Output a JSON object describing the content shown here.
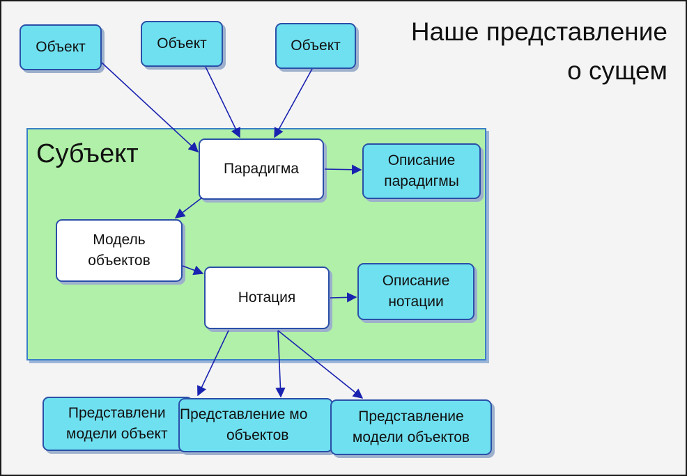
{
  "title": {
    "line1": "Наше представление",
    "line2": "о сущем"
  },
  "subject": {
    "label": "Субъект"
  },
  "objects": [
    "Объект",
    "Объект",
    "Объект"
  ],
  "paradigm": {
    "label": "Парадигма"
  },
  "paradigm_description": {
    "line1": "Описание",
    "line2": "парадигмы"
  },
  "object_model": {
    "line1": "Модель",
    "line2": "объектов"
  },
  "notation": {
    "label": "Нотация"
  },
  "notation_description": {
    "line1": "Описание",
    "line2": "нотации"
  },
  "representations": [
    {
      "line1": "Представлени",
      "line2": "модели объект"
    },
    {
      "line1": "Представление мо",
      "line2": "объектов"
    },
    {
      "line1": "Представление",
      "line2": "модели объектов"
    }
  ],
  "colors": {
    "subject_fill": "#b0f0a8",
    "subject_border": "#3b7fc8",
    "cyan_box": "#6fe0f0",
    "box_border": "#2a4fa8",
    "arrow": "#1a22b0"
  }
}
